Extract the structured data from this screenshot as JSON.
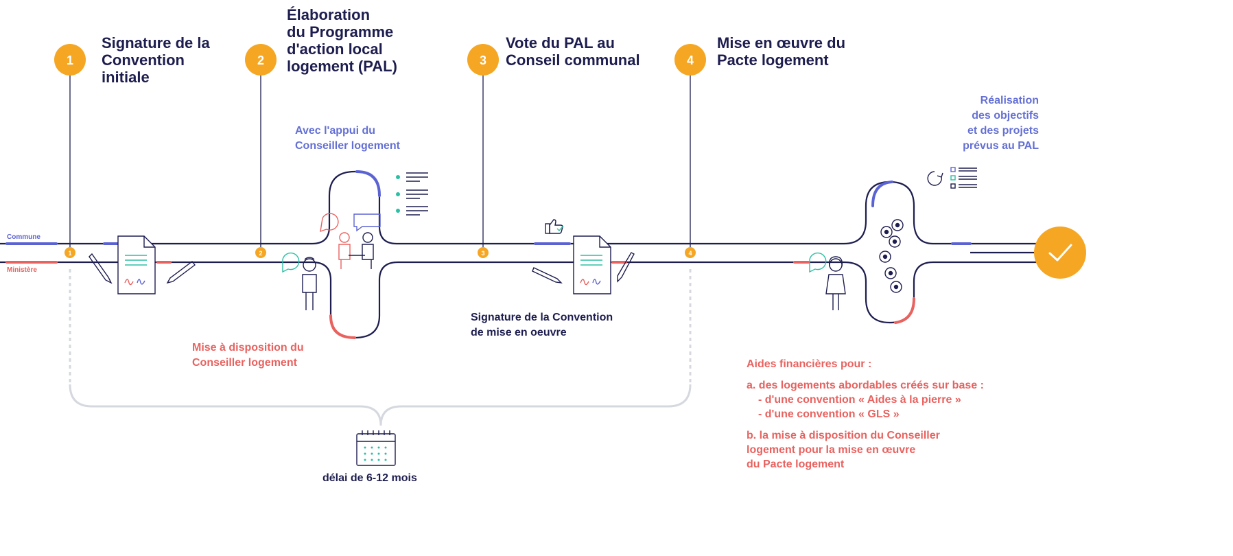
{
  "lanes": {
    "commune_label": "Commune",
    "ministere_label": "Ministère",
    "commune_color": "#5b63d3",
    "ministere_color": "#e8625f"
  },
  "steps": [
    {
      "number": "1",
      "title": "Signature de la\nConvention\ninitiale"
    },
    {
      "number": "2",
      "title": "Élaboration\ndu Programme\nd'action local\nlogement (PAL)"
    },
    {
      "number": "3",
      "title": "Vote du PAL au\nConseil communal"
    },
    {
      "number": "4",
      "title": "Mise en œuvre du\nPacte logement"
    }
  ],
  "notes": {
    "appui": "Avec l'appui du\nConseiller logement",
    "mise_a_disposition": "Mise à disposition du\nConseiller logement",
    "signature_mise_en_oeuvre": "Signature de la Convention\nde mise en oeuvre",
    "realisation": "Réalisation\ndes objectifs\net des projets\nprévus au PAL",
    "delai": "délai de 6-12 mois"
  },
  "aides": {
    "title": "Aides financières pour :",
    "a_intro": "a. des logements abordables créés sur base :",
    "a_items": [
      "- d'une convention « Aides à la pierre »",
      "- d'une convention « GLS »"
    ],
    "b_text": "b. la mise à disposition du Conseiller\n   logement pour la mise en œuvre\n   du Pacte logement"
  },
  "colors": {
    "accent": "#f5a623",
    "navy": "#1d1d4f",
    "blue": "#5b63d3",
    "red": "#e8625f",
    "teal": "#2bbfa4"
  },
  "icons": [
    "document-icon",
    "pen-icon",
    "person-icon",
    "meeting-icon",
    "checklist-icon",
    "thumbs-up-icon",
    "coins-icon",
    "refresh-icon",
    "calendar-icon",
    "checkmark-icon"
  ]
}
